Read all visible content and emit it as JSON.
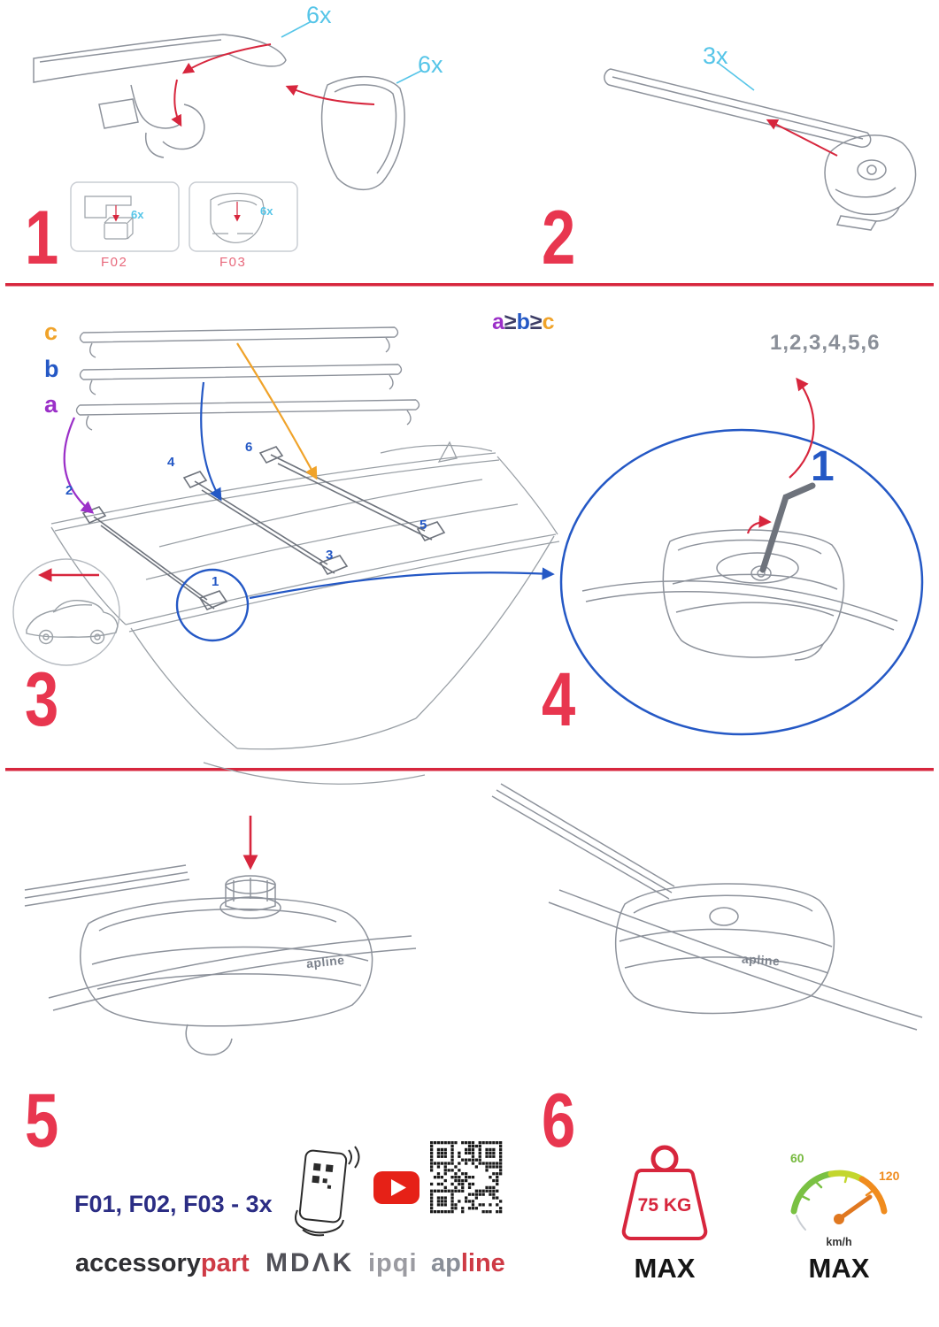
{
  "title": "Roof cross bars installation instructions",
  "colors": {
    "red": "#d7263d",
    "step_red": "#e8364f",
    "cyan": "#56c5e8",
    "purple": "#9b30c8",
    "blue": "#2458c5",
    "orange": "#f0a32a",
    "gray": "#8a8f98",
    "navy": "#2b2d84",
    "sketch": "#8d929b"
  },
  "step1": {
    "number": "1",
    "qty_cap": "6x",
    "qty_cover": "6x",
    "boxes": [
      {
        "qty": "6x",
        "label": "F02"
      },
      {
        "qty": "6x",
        "label": "F03"
      }
    ]
  },
  "step2": {
    "number": "2",
    "qty": "3x"
  },
  "step3": {
    "number": "3",
    "bars": {
      "c": "c",
      "b": "b",
      "a": "a"
    },
    "rule": {
      "a": "a",
      "ge1": "≥",
      "b": "b",
      "ge2": "≥",
      "c": "c"
    },
    "positions": [
      "1",
      "2",
      "3",
      "4",
      "5",
      "6"
    ]
  },
  "step4": {
    "number": "4",
    "sequence": "1,2,3,4,5,6",
    "first": "1"
  },
  "step5": {
    "number": "5",
    "logo_left": "apline",
    "logo_right": "apline"
  },
  "step6": {
    "number": "6",
    "weight": {
      "value": "75 KG",
      "max": "MAX"
    },
    "speed": {
      "low": "60",
      "high": "120",
      "unit": "km/h",
      "max": "MAX"
    }
  },
  "footer": {
    "parts": "F01, F02, F03 - 3x",
    "brands": {
      "accessory": "accessory",
      "part": "part",
      "mdak": "MDΛK",
      "ipqi": "ipqi",
      "ap": "ap",
      "line": "line"
    }
  },
  "icons": {
    "phone": "phone-qr-scan-icon",
    "youtube": "youtube-play-icon",
    "qr": "qr-code-icon",
    "weight": "max-load-weight-icon",
    "speedometer": "max-speed-gauge-icon",
    "car": "car-direction-icon"
  }
}
